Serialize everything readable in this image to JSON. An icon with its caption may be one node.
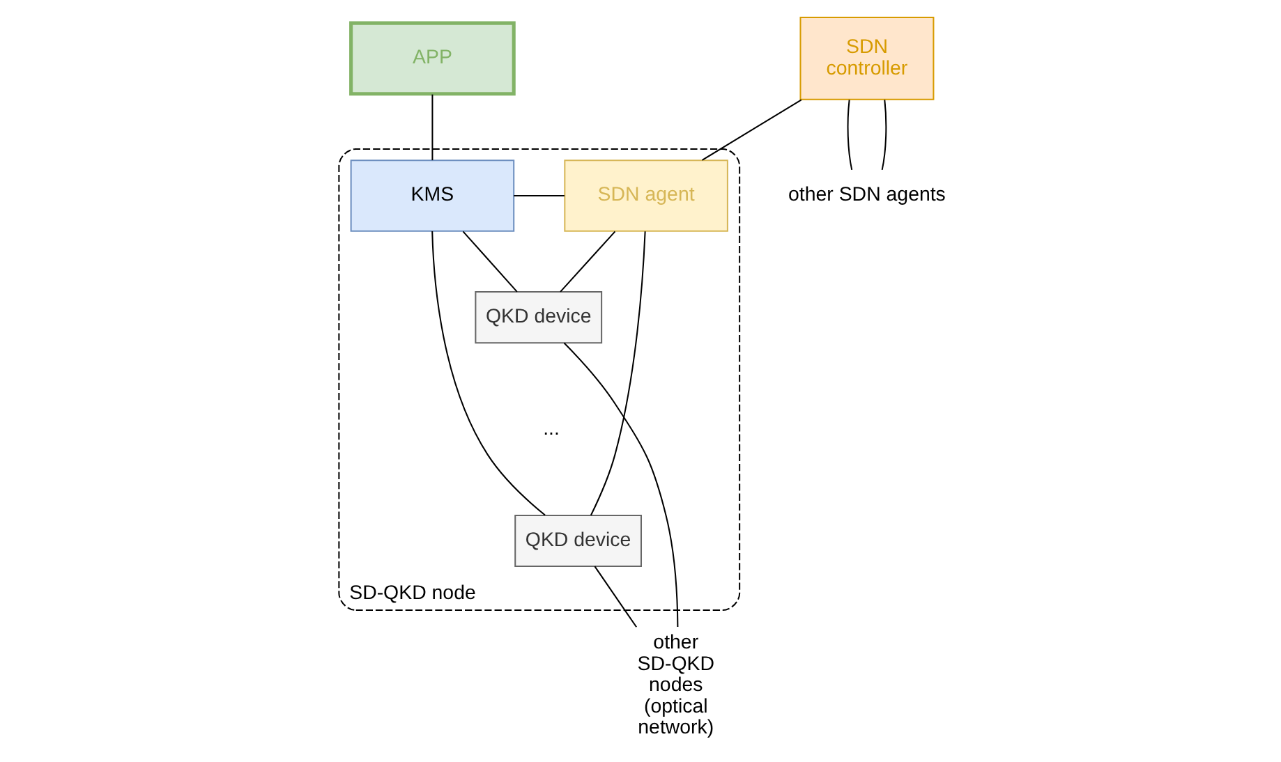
{
  "diagram": {
    "nodes": [
      {
        "text": [
          "APP"
        ]
      },
      {
        "text": [
          "SDN controller"
        ]
      },
      {
        "text": [
          "SD-QKD node"
        ]
      },
      {
        "text": [
          "SDN agent"
        ],
        "in": 2
      },
      {
        "text": [
          "KMS"
        ],
        "in": 2
      },
      {
        "text": [
          "QKD device"
        ],
        "in": 2
      },
      {
        "text": [
          "QKD device"
        ],
        "in": 2
      },
      {
        "text": [
          "other SDN agents"
        ]
      },
      {
        "text": [
          "other SD-QKD nodes (optical network)"
        ]
      }
    ],
    "edges": [
      {
        "from": 0,
        "to": 4,
        "arrow": "none"
      },
      {
        "from": 1,
        "to": 3,
        "arrow": "none"
      },
      {
        "from": 1,
        "to": 7,
        "arrow": "none"
      },
      {
        "from": 1,
        "to": 7,
        "arrow": "none"
      },
      {
        "from": 3,
        "to": 4,
        "arrow": "none"
      },
      {
        "from": 3,
        "to": 5,
        "arrow": "none"
      },
      {
        "from": 3,
        "to": 6,
        "arrow": "none"
      },
      {
        "from": 4,
        "to": 5,
        "arrow": "none"
      },
      {
        "from": 4,
        "to": 6,
        "arrow": "none"
      },
      {
        "from": 5,
        "to": 8,
        "arrow": "none"
      },
      {
        "from": 6,
        "to": 8,
        "arrow": "none"
      }
    ],
    "labels": [
      "..."
    ]
  }
}
